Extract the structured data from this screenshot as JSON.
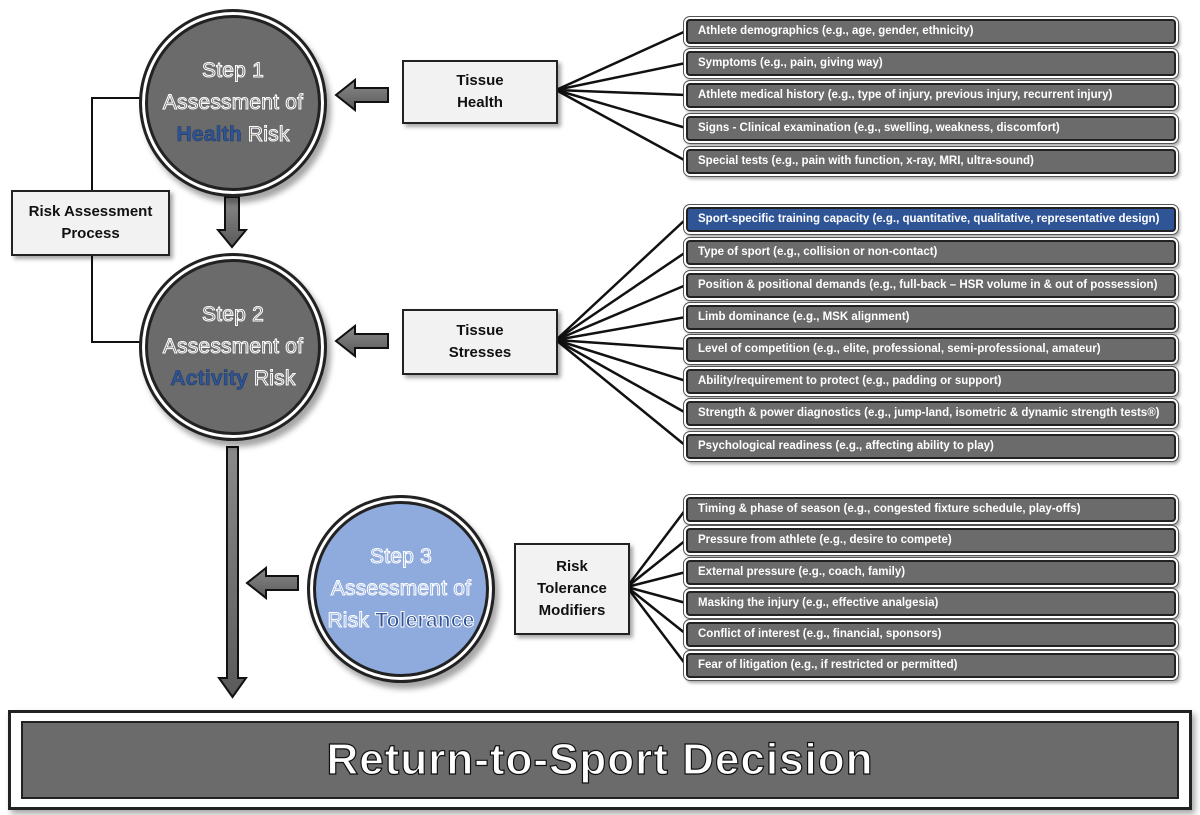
{
  "steps": [
    {
      "l1": "Step 1",
      "l2": "Assessment of",
      "hl": "Health",
      "rest": " Risk"
    },
    {
      "l1": "Step 2",
      "l2": "Assessment of",
      "hl": "Activity",
      "rest": " Risk"
    },
    {
      "l1": "Step 3",
      "l2": "Assessment of",
      "pre": "Risk ",
      "hl": "Tolerance"
    }
  ],
  "process_label": {
    "l1": "Risk Assessment",
    "l2": "Process"
  },
  "hubs": {
    "tissue_health": {
      "l1": "Tissue",
      "l2": "Health"
    },
    "tissue_stresses": {
      "l1": "Tissue",
      "l2": "Stresses"
    },
    "risk_tolerance": {
      "l1": "Risk",
      "l2": "Tolerance",
      "l3": "Modifiers"
    }
  },
  "health_items": [
    "Athlete demographics (e.g., age, gender, ethnicity)",
    "Symptoms (e.g., pain, giving way)",
    "Athlete medical history (e.g., type of injury, previous injury, recurrent injury)",
    "Signs - Clinical examination (e.g., swelling, weakness, discomfort)",
    "Special tests (e.g., pain with function, x-ray, MRI, ultra-sound)"
  ],
  "stress_items": [
    "Sport-specific training capacity (e.g., quantitative, qualitative, representative design)",
    "Type of sport (e.g., collision or non-contact)",
    "Position & positional demands (e.g., full-back – HSR volume in & out of possession)",
    "Limb dominance (e.g., MSK alignment)",
    "Level of competition (e.g., elite, professional, semi-professional, amateur)",
    "Ability/requirement to protect (e.g., padding or support)",
    "Strength & power diagnostics (e.g., jump-land, isometric & dynamic strength tests®)",
    "Psychological readiness (e.g., affecting ability to play)"
  ],
  "tolerance_items": [
    "Timing & phase of season (e.g., congested fixture schedule, play-offs)",
    "Pressure from athlete (e.g., desire to compete)",
    "External pressure (e.g., coach, family)",
    "Masking the injury (e.g., effective analgesia)",
    "Conflict of interest (e.g., financial, sponsors)",
    "Fear of litigation (e.g., if restricted or permitted)"
  ],
  "decision": "Return-to-Sport Decision",
  "colors": {
    "pill": "#6b6b6b",
    "highlight": "#2f5597",
    "step3": "#8faadc",
    "hub": "#f2f2f2"
  }
}
